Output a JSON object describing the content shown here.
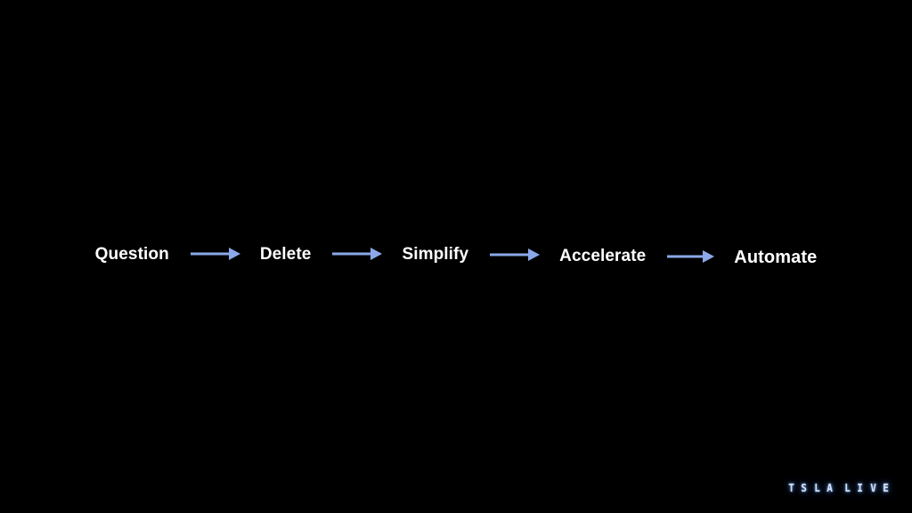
{
  "slide": {
    "background_color": "#000000",
    "accent_color": "#8BA8E8",
    "text_color": "#FFFFFF"
  },
  "flow": {
    "arrow_glyph": "→",
    "steps": [
      {
        "label": "Question"
      },
      {
        "label": "Delete"
      },
      {
        "label": "Simplify"
      },
      {
        "label": "Accelerate"
      },
      {
        "label": "Automate"
      }
    ],
    "arrows": [
      {
        "name": "arrow-question-to-delete"
      },
      {
        "name": "arrow-delete-to-simplify"
      },
      {
        "name": "arrow-simplify-to-accelerate"
      },
      {
        "name": "arrow-accelerate-to-automate"
      }
    ]
  },
  "watermark": {
    "word_one": "TSLA",
    "word_two": "LIVE",
    "word_one_chars": [
      "T",
      "S",
      "L",
      "A"
    ],
    "word_two_chars": [
      "L",
      "I",
      "V",
      "E"
    ],
    "glow_color": "#d3e3f7"
  }
}
